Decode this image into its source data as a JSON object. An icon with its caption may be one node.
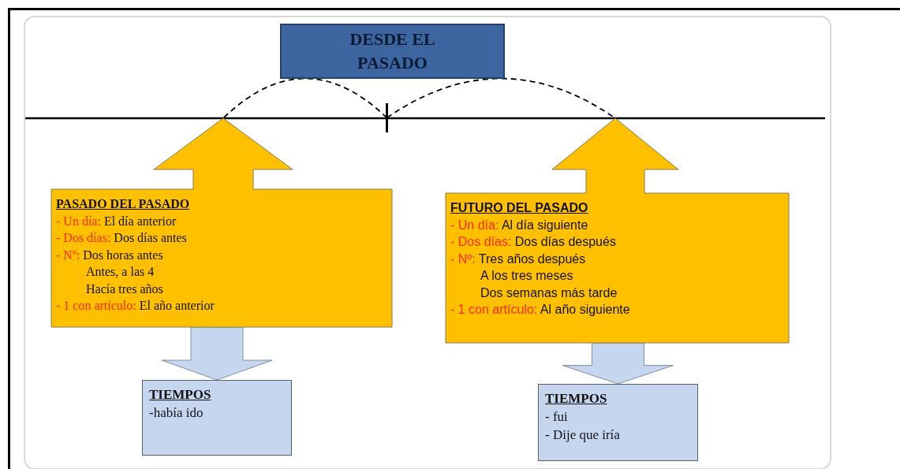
{
  "diagram": {
    "nodes": [
      {
        "text": [
          "DESDE EL PASADO"
        ]
      },
      {
        "text": [],
        "shape": "bar"
      },
      {
        "text": [
          "PASADO DEL PASADO",
          "- Un día: El día anterior",
          "- Dos días: Dos días antes",
          "- Nº: Dos horas antes",
          "Antes, a las 4",
          "Hacía tres años",
          "- 1 con artículo: El año anterior"
        ]
      },
      {
        "text": [
          "FUTURO DEL PASADO",
          "- Un día: Al día siguiente",
          "- Dos días: Dos días después",
          "- Nº: Tres años después",
          "A los tres meses",
          "Dos semanas más tarde",
          "- 1 con artículo: Al año siguiente"
        ]
      },
      {
        "text": [
          "TIEMPOS",
          "-había ido"
        ]
      },
      {
        "text": [
          "TIEMPOS",
          "- fui",
          "- Dije que iría"
        ]
      }
    ],
    "edges": [
      {
        "from": 1,
        "to": 2,
        "arrow": "none",
        "style": "dashed"
      },
      {
        "from": 1,
        "to": 3,
        "arrow": "none",
        "style": "dashed"
      },
      {
        "from": 2,
        "to": 4,
        "arrow": "to",
        "style": "thick",
        "color": "#c6d6ee"
      },
      {
        "from": 3,
        "to": 5,
        "arrow": "to",
        "style": "thick",
        "color": "#c6d6ee"
      }
    ]
  }
}
